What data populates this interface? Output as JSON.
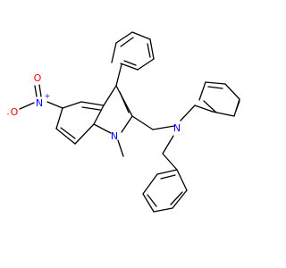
{
  "structure": {
    "atoms": {
      "nitro_O1": {
        "symbol": "O",
        "color": "#ff0000"
      },
      "nitro_O2": {
        "symbol": "O",
        "color": "#ff0000",
        "charge": "-"
      },
      "nitro_N": {
        "symbol": "N",
        "color": "#0000ff",
        "charge": "+"
      },
      "indole_N": {
        "symbol": "N",
        "color": "#0000ff"
      },
      "amine_N": {
        "symbol": "N",
        "color": "#0000ff"
      }
    },
    "colors": {
      "bond": "#000000",
      "oxygen": "#ff0000",
      "nitrogen": "#0000ff"
    }
  }
}
